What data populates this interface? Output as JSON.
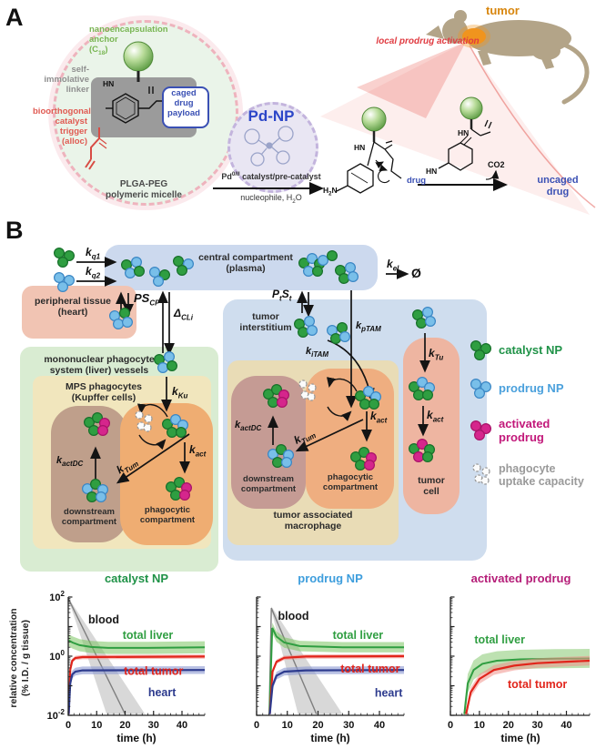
{
  "panel_a": {
    "label": "A",
    "micelle": {
      "anchor_label": "nanoencapsulation<br>anchor<br>(C<sub>18</sub>)",
      "linker_label": "self-immolative<br>linker",
      "trigger_label": "bioorthogonal<br>catalyst<br>trigger<br>(alloc)",
      "payload_label": "caged<br>drug<br>payload",
      "caption": "PLGA-PEG<br>polymeric micelle"
    },
    "pd_np": {
      "title": "Pd-NP",
      "arrow_top": "Pd<sup>0/II</sup> catalyst/pre-catalyst",
      "arrow_bottom": "nucleophile, H<sub>2</sub>O"
    },
    "mouse": {
      "tumor_label": "tumor",
      "activation_label": "local prodrug activation"
    },
    "chem": {
      "hn": "HN",
      "h2n": "H<sub>2</sub>N",
      "drug": "drug",
      "co2": "CO2",
      "uncaged": "uncaged<br>drug"
    }
  },
  "panel_b": {
    "label": "B",
    "compartments": {
      "central": "central compartment<br>(plasma)",
      "peripheral": "peripheral tissue<br>(heart)",
      "mps": "mononuclear phagocyte<br>system (liver) vessels",
      "mps_phagocytes": "MPS phagocytes<br>(Kupffer cells)",
      "downstream": "downstream<br>compartment",
      "phagocytic": "phagocytic<br>compartment",
      "tumor_interstitium": "tumor<br>interstitium",
      "tam": "tumor associated<br>macrophage",
      "tumor_cell": "tumor<br>cell"
    },
    "rates": {
      "kq1": "k<sub>q1</sub>",
      "kq2": "k<sub>q2</sub>",
      "pscp": "PS<sub>CP</sub>",
      "dcli": "Δ<sub>CLi</sub>",
      "ptst": "P<sub>t</sub>S<sub>t</sub>",
      "kel": "k<sub>el</sub>",
      "empty": "Ø",
      "kptam": "k<sub>pTAM</sub>",
      "kitam": "k<sub>iTAM</sub>",
      "kku": "k<sub>Ku</sub>",
      "ktu": "k<sub>Tu</sub>",
      "kact": "k<sub>act</sub>",
      "kactdc": "k<sub>actDC</sub>",
      "ktum": "k<sub>Tum</sub>"
    },
    "legend": {
      "catalyst": "catalyst NP",
      "prodrug": "prodrug NP",
      "activated": "activated<br>prodrug",
      "capacity": "phagocyte<br>uptake capacity",
      "catalyst_color": "#1f9247",
      "prodrug_color": "#4aa0dc",
      "activated_color": "#c2187a",
      "capacity_color": "#9a9a9a"
    }
  },
  "chart_data": [
    {
      "type": "line",
      "title": "catalyst NP",
      "title_color": "#1f9247",
      "xlabel": "time (h)",
      "ylabel_html": "relative concentration<br>(% I.D. / g tissue)",
      "xlim": [
        0,
        48
      ],
      "xticks": [
        0,
        10,
        20,
        30,
        40
      ],
      "ylog": true,
      "ylim": [
        0.01,
        100
      ],
      "ytick_exponents": [
        2,
        0,
        -2
      ],
      "series": [
        {
          "name": "blood",
          "color": "#7f7f7f",
          "band": "#a8a8a8",
          "band_alpha": 0.45,
          "lw": 1.4,
          "center": [
            [
              0,
              90
            ],
            [
              20,
              0.011
            ]
          ],
          "upper": [
            [
              0,
              95
            ],
            [
              27,
              0.011
            ]
          ],
          "lower": [
            [
              0,
              85
            ],
            [
              13.5,
              0.011
            ]
          ]
        },
        {
          "name": "total liver",
          "color": "#2f9e41",
          "band": "#7cc463",
          "band_alpha": 0.55,
          "factor": 1.6,
          "lw": 2,
          "center": [
            [
              0.2,
              3.4
            ],
            [
              1.5,
              2.9
            ],
            [
              4,
              2.35
            ],
            [
              8,
              2.05
            ],
            [
              14,
              1.9
            ],
            [
              28,
              1.9
            ],
            [
              48,
              2.0
            ]
          ]
        },
        {
          "name": "total tumor",
          "color": "#e1251b",
          "band": "#f0918a",
          "band_alpha": 0.6,
          "factor": 1.18,
          "lw": 2.2,
          "center": [
            [
              0.15,
              0.011
            ],
            [
              0.7,
              0.35
            ],
            [
              1.4,
              0.7
            ],
            [
              2.5,
              0.87
            ],
            [
              5,
              0.93
            ],
            [
              48,
              0.97
            ]
          ]
        },
        {
          "name": "heart",
          "color": "#2d3b8e",
          "band": "#8a97d0",
          "band_alpha": 0.6,
          "factor": 1.35,
          "lw": 2.2,
          "center": [
            [
              0.15,
              0.011
            ],
            [
              0.7,
              0.12
            ],
            [
              1.4,
              0.24
            ],
            [
              2.5,
              0.3
            ],
            [
              5,
              0.33
            ],
            [
              48,
              0.34
            ]
          ]
        }
      ],
      "annotations": [
        {
          "text": "blood",
          "color": "#1a1a1a",
          "t": 12.5,
          "v": 13
        },
        {
          "text": "total liver",
          "color": "#2f9e41",
          "t": 28,
          "v": 3.8
        },
        {
          "text": "total tumor",
          "color": "#e1251b",
          "t": 30,
          "v": 0.23
        },
        {
          "text": "heart",
          "color": "#2d3b8e",
          "t": 33,
          "v": 0.045
        }
      ]
    },
    {
      "type": "line",
      "title": "prodrug NP",
      "title_color": "#3e9edd",
      "xlabel": "time (h)",
      "ylabel_html": "",
      "xlim": [
        0,
        48
      ],
      "xticks": [
        0,
        10,
        20,
        30,
        40
      ],
      "ylog": true,
      "ylim": [
        0.01,
        100
      ],
      "ytick_exponents": [],
      "series": [
        {
          "name": "blood",
          "color": "#7f7f7f",
          "band": "#a8a8a8",
          "band_alpha": 0.45,
          "lw": 1.4,
          "center": [
            [
              4.1,
              0.011
            ],
            [
              4.8,
              42
            ],
            [
              19.5,
              0.011
            ]
          ],
          "upper": [
            [
              4.0,
              0.011
            ],
            [
              4.8,
              48
            ],
            [
              28,
              0.011
            ]
          ],
          "lower": [
            [
              4.2,
              0.011
            ],
            [
              4.8,
              36
            ],
            [
              13.5,
              0.011
            ]
          ]
        },
        {
          "name": "total liver",
          "color": "#2f9e41",
          "band": "#7cc463",
          "band_alpha": 0.55,
          "factor": 1.5,
          "lw": 2,
          "center": [
            [
              4.2,
              0.012
            ],
            [
              5.1,
              9
            ],
            [
              6.5,
              4.6
            ],
            [
              9,
              2.9
            ],
            [
              14,
              2.2
            ],
            [
              28,
              2.0
            ],
            [
              48,
              2.0
            ]
          ]
        },
        {
          "name": "total tumor",
          "color": "#e1251b",
          "band": "#f0918a",
          "band_alpha": 0.6,
          "factor": 1.18,
          "lw": 2.2,
          "center": [
            [
              4.3,
              0.011
            ],
            [
              5.2,
              0.3
            ],
            [
              6.5,
              0.65
            ],
            [
              9,
              0.88
            ],
            [
              16,
              0.97
            ],
            [
              48,
              1.0
            ]
          ]
        },
        {
          "name": "heart",
          "color": "#2d3b8e",
          "band": "#8a97d0",
          "band_alpha": 0.6,
          "factor": 1.35,
          "lw": 2.2,
          "center": [
            [
              4.3,
              0.011
            ],
            [
              5.2,
              0.1
            ],
            [
              6.5,
              0.22
            ],
            [
              9,
              0.3
            ],
            [
              16,
              0.33
            ],
            [
              48,
              0.34
            ]
          ]
        }
      ],
      "annotations": [
        {
          "text": "blood",
          "color": "#1a1a1a",
          "t": 12,
          "v": 17
        },
        {
          "text": "total liver",
          "color": "#2f9e41",
          "t": 33,
          "v": 3.8
        },
        {
          "text": "total tumor",
          "color": "#e1251b",
          "t": 37,
          "v": 0.28
        },
        {
          "text": "heart",
          "color": "#2d3b8e",
          "t": 43,
          "v": 0.042
        }
      ]
    },
    {
      "type": "line",
      "title": "activated prodrug",
      "title_color": "#b51d78",
      "xlabel": "time (h)",
      "ylabel_html": "",
      "xlim": [
        0,
        48
      ],
      "xticks": [
        0,
        10,
        20,
        30,
        40
      ],
      "ylog": true,
      "ylim": [
        0.01,
        100
      ],
      "ytick_exponents": [],
      "series": [
        {
          "name": "total liver",
          "color": "#2f9e41",
          "band": "#7cc463",
          "band_alpha": 0.5,
          "factor": 2.1,
          "lw": 2,
          "center": [
            [
              4.8,
              0.011
            ],
            [
              6,
              0.12
            ],
            [
              8,
              0.34
            ],
            [
              11,
              0.55
            ],
            [
              16,
              0.7
            ],
            [
              24,
              0.78
            ],
            [
              36,
              0.82
            ],
            [
              48,
              0.84
            ]
          ]
        },
        {
          "name": "total tumor",
          "color": "#e1251b",
          "band": "#f0918a",
          "band_alpha": 0.55,
          "factor": 1.45,
          "lw": 2.2,
          "center": [
            [
              5.4,
              0.011
            ],
            [
              7,
              0.06
            ],
            [
              10,
              0.17
            ],
            [
              15,
              0.34
            ],
            [
              22,
              0.48
            ],
            [
              30,
              0.58
            ],
            [
              40,
              0.65
            ],
            [
              48,
              0.7
            ]
          ]
        }
      ],
      "annotations": [
        {
          "text": "total liver",
          "color": "#2f9e41",
          "t": 17,
          "v": 2.7
        },
        {
          "text": "total tumor",
          "color": "#e1251b",
          "t": 30,
          "v": 0.083
        }
      ]
    }
  ],
  "colors": {
    "catalyst_dot": "#2f9e41",
    "prodrug_dot": "#79bfe9",
    "activated_dot": "#d5268c",
    "central_box": "#ccd9ee",
    "peripheral_box": "#f1c4b3",
    "mps_box": "#d9ecd2",
    "mps_phago_box": "#f1e6bd",
    "downstream_box": "#bf9f8b",
    "phagocytic_box": "#efad72",
    "tumor_box": "#cfddee",
    "tam_box": "#e9dcb6",
    "tumor_cell_box": "#eeb5a1"
  }
}
